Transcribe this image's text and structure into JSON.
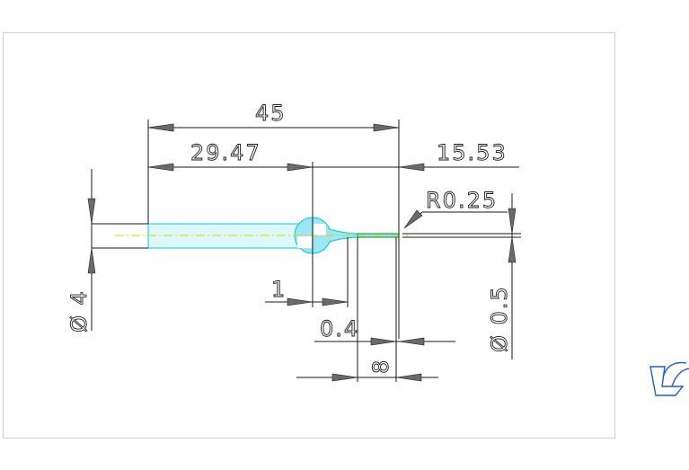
{
  "drawing": {
    "dimensions": {
      "overall_length": "45",
      "left_length": "29.47",
      "right_length": "15.53",
      "tip_radius": "R0.25",
      "shank_diameter": "Ø 4",
      "tip_diameter": "Ø 0.5",
      "small_step_1": "1",
      "small_step_04": "0.4",
      "small_step_8": "8"
    },
    "colors": {
      "line": "#1a1a1a",
      "part_outline": "#00c8e6",
      "part_fill": "#dff8fc",
      "centerline": "#d8d800",
      "arrow": "#6a6a6a",
      "logo": "#1f5fc8"
    },
    "logo_icon": "stylized-wave-logo-icon"
  }
}
